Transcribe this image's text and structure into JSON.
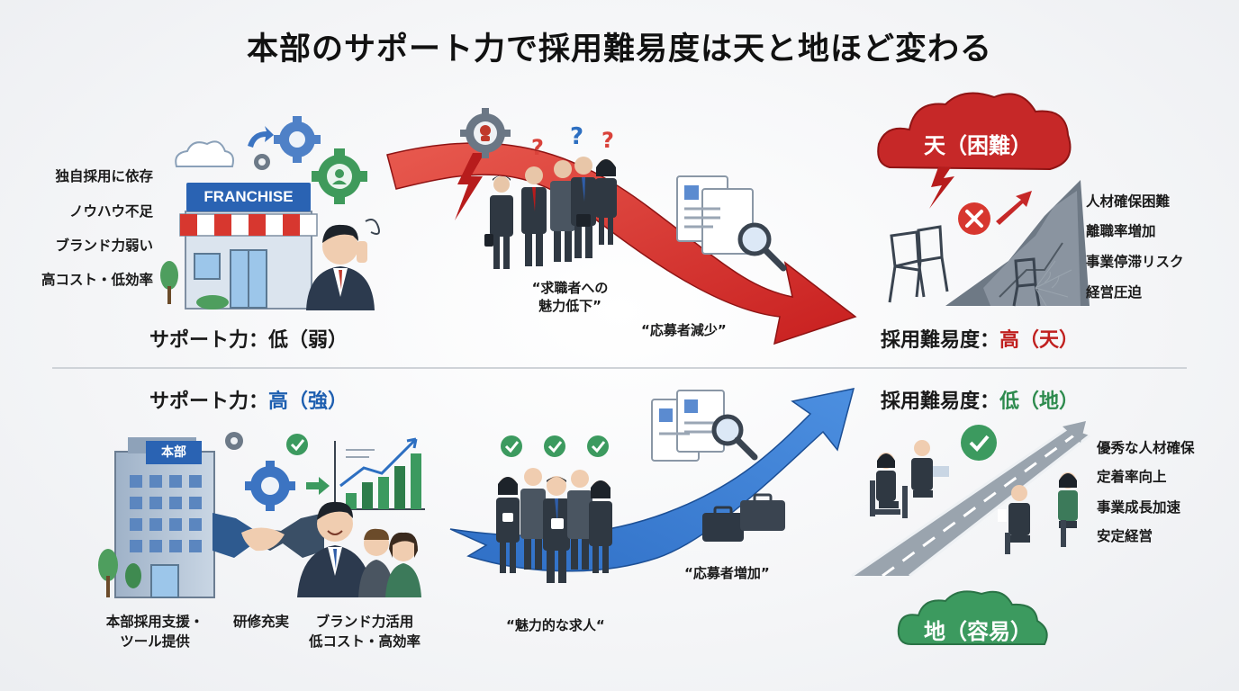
{
  "title": "本部のサポート力で採用難易度は天と地ほど変わる",
  "top": {
    "issues": [
      "独自採用に依存",
      "ノウハウ不足",
      "ブランド力弱い",
      "高コスト・低効率"
    ],
    "store_sign": "FRANCHISE",
    "support_label": "サポート力：",
    "support_value": "低（弱）",
    "quote_appeal": "“求職者への\n魅力低下”",
    "quote_applicants": "“応募者減少”",
    "cloud_label": "天（困難）",
    "difficulty_label": "採用難易度：",
    "difficulty_value": "高（天）",
    "outcomes": [
      "人材確保困難",
      "離職率増加",
      "事業停滞リスク",
      "経営圧迫"
    ]
  },
  "bottom": {
    "support_label": "サポート力：",
    "support_value": "高（強）",
    "hq_sign": "本部",
    "captions": [
      "本部採用支援・\nツール提供",
      "研修充実",
      "ブランド力活用\n低コスト・高効率"
    ],
    "quote_attractive": "“魅力的な求人“",
    "quote_applicants": "“応募者増加”",
    "difficulty_label": "採用難易度：",
    "difficulty_value": "低（地）",
    "outcomes": [
      "優秀な人材確保",
      "定着率向上",
      "事業成長加速",
      "安定経営"
    ],
    "cloud_label": "地（容易）"
  },
  "colors": {
    "red": "#c0201f",
    "blue": "#1e5fb0",
    "green": "#2e8b4e",
    "cloud_red": "#c62828",
    "cloud_green": "#3c9a5f"
  },
  "icons": [
    "gear-icon",
    "question-mark-icon",
    "lightning-icon",
    "resume-icon",
    "magnifier-icon",
    "cross-icon",
    "check-icon",
    "cloud-icon",
    "briefcase-icon",
    "handshake-icon",
    "bar-chart-icon"
  ]
}
